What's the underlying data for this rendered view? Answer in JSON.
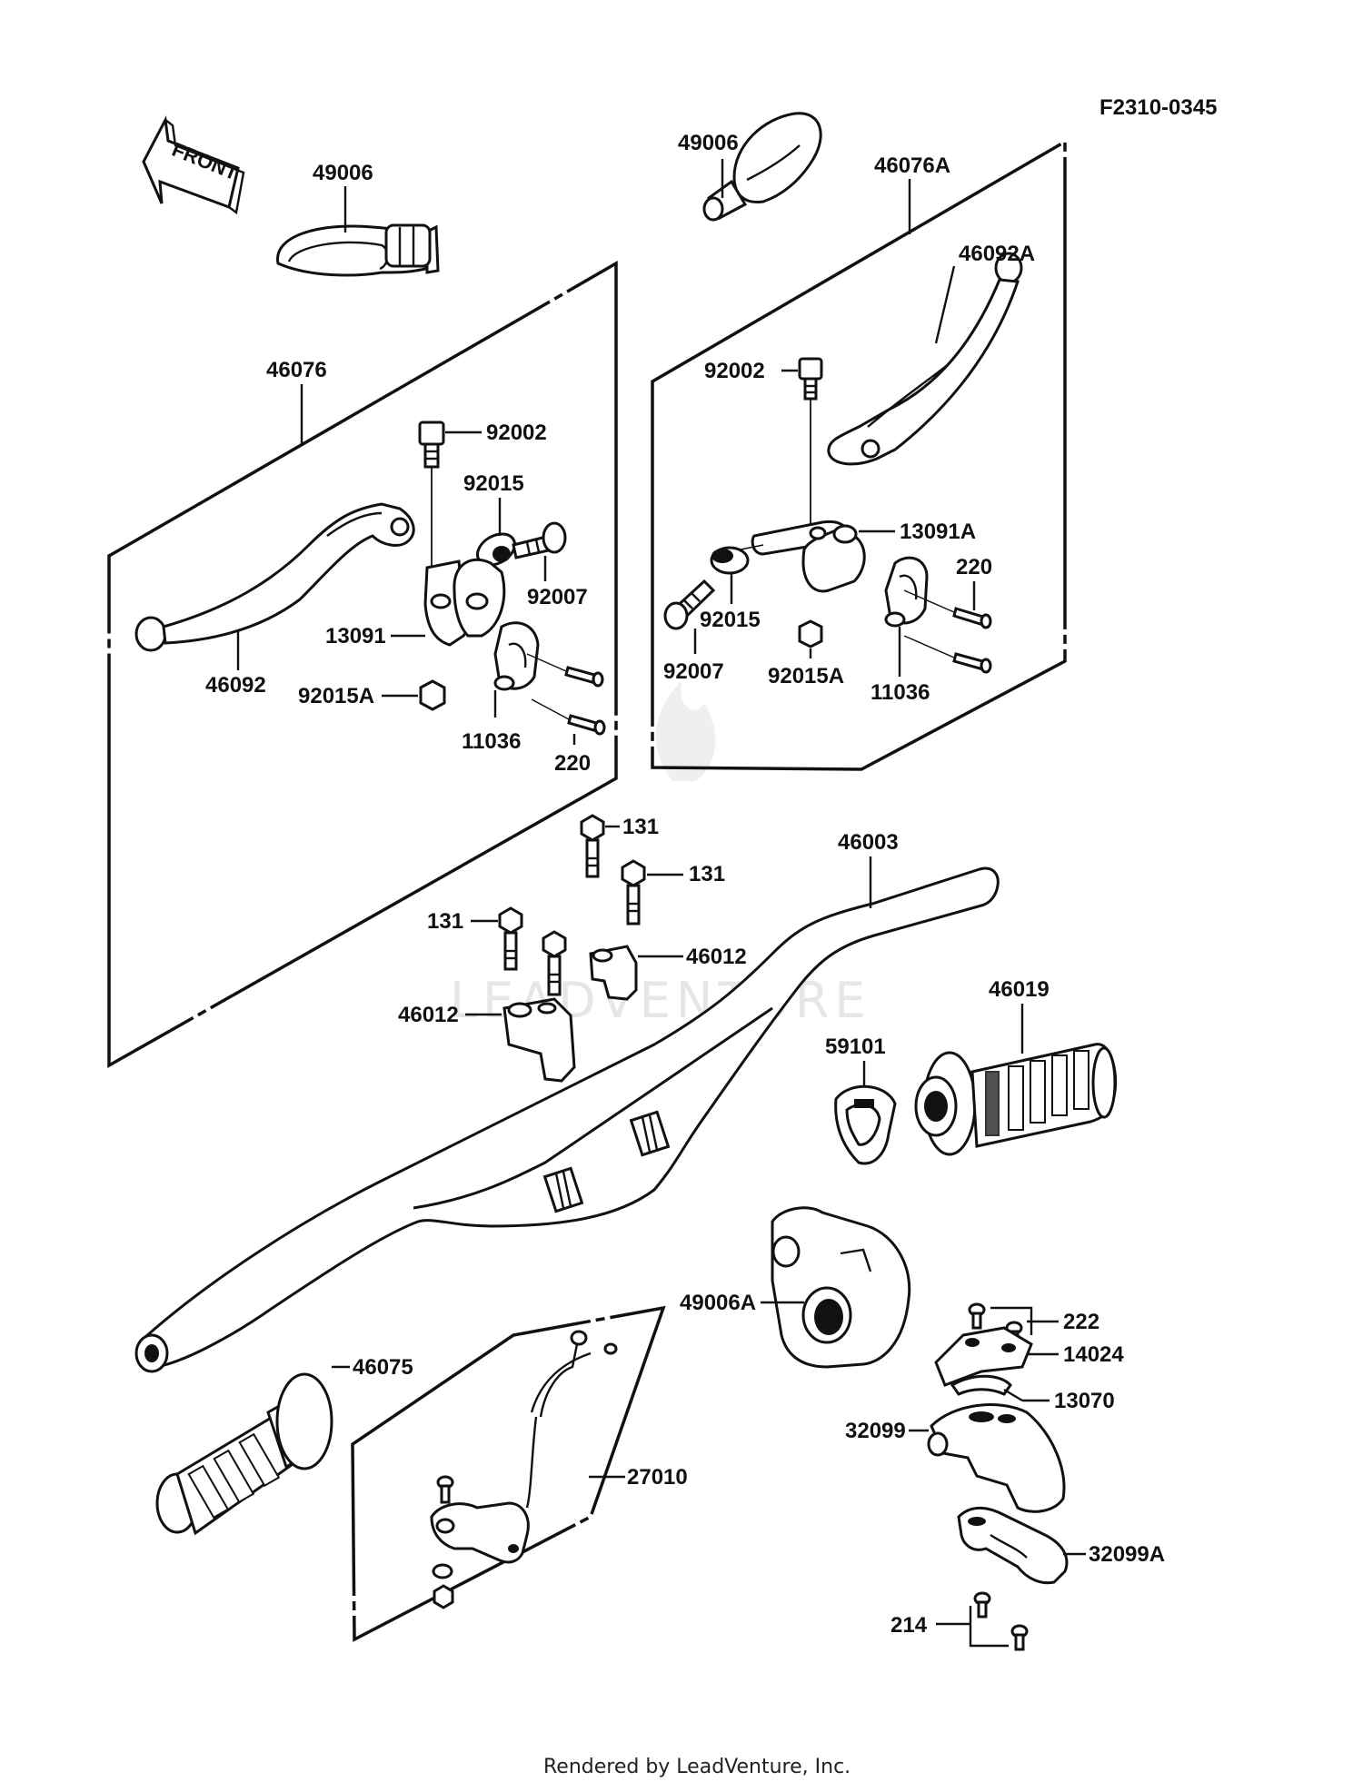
{
  "diagram": {
    "code": "F2310-0345",
    "direction_label": "FRONT",
    "watermark": "LEADVENTURE",
    "footer": "Rendered by LeadVenture, Inc.",
    "callouts": [
      {
        "id": "c49006_l",
        "text": "49006"
      },
      {
        "id": "c49006_r",
        "text": "49006"
      },
      {
        "id": "c46076a",
        "text": "46076A"
      },
      {
        "id": "c46092a",
        "text": "46092A"
      },
      {
        "id": "c92002_r",
        "text": "92002"
      },
      {
        "id": "c13091a",
        "text": "13091A"
      },
      {
        "id": "c220_r",
        "text": "220"
      },
      {
        "id": "c92015_r",
        "text": "92015"
      },
      {
        "id": "c92007_r",
        "text": "92007"
      },
      {
        "id": "c92015a_r",
        "text": "92015A"
      },
      {
        "id": "c11036_r",
        "text": "11036"
      },
      {
        "id": "c46076",
        "text": "46076"
      },
      {
        "id": "c92002_l",
        "text": "92002"
      },
      {
        "id": "c92015_l",
        "text": "92015"
      },
      {
        "id": "c92007_l",
        "text": "92007"
      },
      {
        "id": "c13091",
        "text": "13091"
      },
      {
        "id": "c46092",
        "text": "46092"
      },
      {
        "id": "c92015a_l",
        "text": "92015A"
      },
      {
        "id": "c11036_l",
        "text": "11036"
      },
      {
        "id": "c220_l",
        "text": "220"
      },
      {
        "id": "c131_a",
        "text": "131"
      },
      {
        "id": "c131_b",
        "text": "131"
      },
      {
        "id": "c131_c",
        "text": "131"
      },
      {
        "id": "c46003",
        "text": "46003"
      },
      {
        "id": "c46012_a",
        "text": "46012"
      },
      {
        "id": "c46012_b",
        "text": "46012"
      },
      {
        "id": "c46019",
        "text": "46019"
      },
      {
        "id": "c59101",
        "text": "59101"
      },
      {
        "id": "c49006a",
        "text": "49006A"
      },
      {
        "id": "c222",
        "text": "222"
      },
      {
        "id": "c14024",
        "text": "14024"
      },
      {
        "id": "c13070",
        "text": "13070"
      },
      {
        "id": "c32099",
        "text": "32099"
      },
      {
        "id": "c32099a",
        "text": "32099A"
      },
      {
        "id": "c214",
        "text": "214"
      },
      {
        "id": "c46075",
        "text": "46075"
      },
      {
        "id": "c27010",
        "text": "27010"
      }
    ]
  }
}
